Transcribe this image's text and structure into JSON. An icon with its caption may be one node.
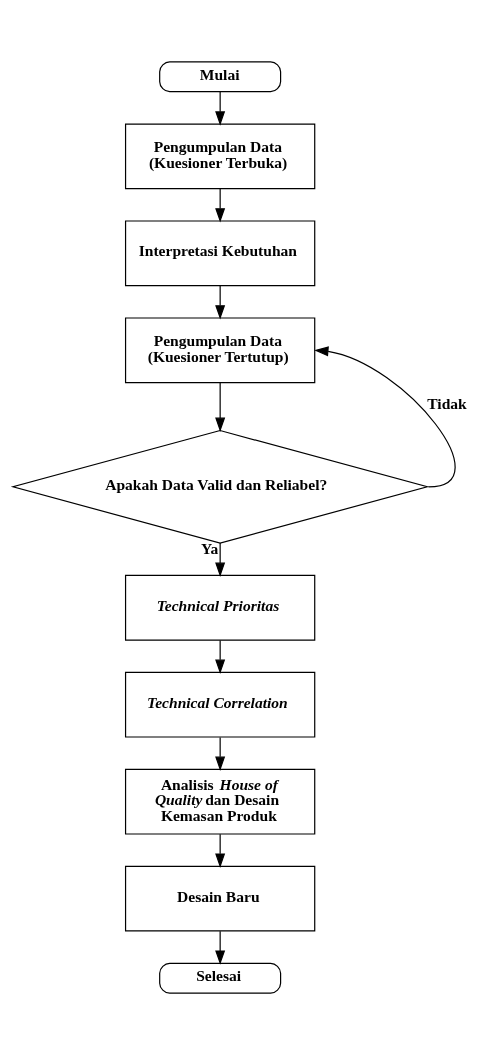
{
  "diagram": {
    "nodes": [
      {
        "text": [
          "Mulai"
        ]
      },
      {
        "text": [
          "Pengumpulan Data (Kuesioner Terbuka)"
        ]
      },
      {
        "text": [
          "Interpretasi Kebutuhan"
        ]
      },
      {
        "text": [
          "Pengumpulan Data (Kuesioner Tertutup)"
        ]
      },
      {
        "text": [
          "Apakah Data Valid dan Reliabel?"
        ]
      },
      {
        "text": [
          "Technical Prioritas"
        ]
      },
      {
        "text": [
          "Technical Correlation"
        ]
      },
      {
        "text": [
          "Analisis *House of Quality* dan Desain Kemasan Produk"
        ]
      },
      {
        "text": [
          "Desain Baru"
        ]
      },
      {
        "text": [
          "Selesai"
        ]
      }
    ],
    "edges": [
      {
        "from": 0,
        "to": 1,
        "arrow": "to"
      },
      {
        "from": 1,
        "to": 2,
        "arrow": "to"
      },
      {
        "from": 2,
        "to": 3,
        "arrow": "to"
      },
      {
        "from": 3,
        "to": 4,
        "arrow": "to"
      },
      {
        "from": 4,
        "to": 5,
        "arrow": "to",
        "label": "Ya"
      },
      {
        "from": 4,
        "to": 3,
        "arrow": "to",
        "label": "Tidak"
      },
      {
        "from": 5,
        "to": 6,
        "arrow": "to"
      },
      {
        "from": 6,
        "to": 7,
        "arrow": "to"
      },
      {
        "from": 7,
        "to": 8,
        "arrow": "to"
      },
      {
        "from": 8,
        "to": 9,
        "arrow": "to"
      }
    ]
  }
}
